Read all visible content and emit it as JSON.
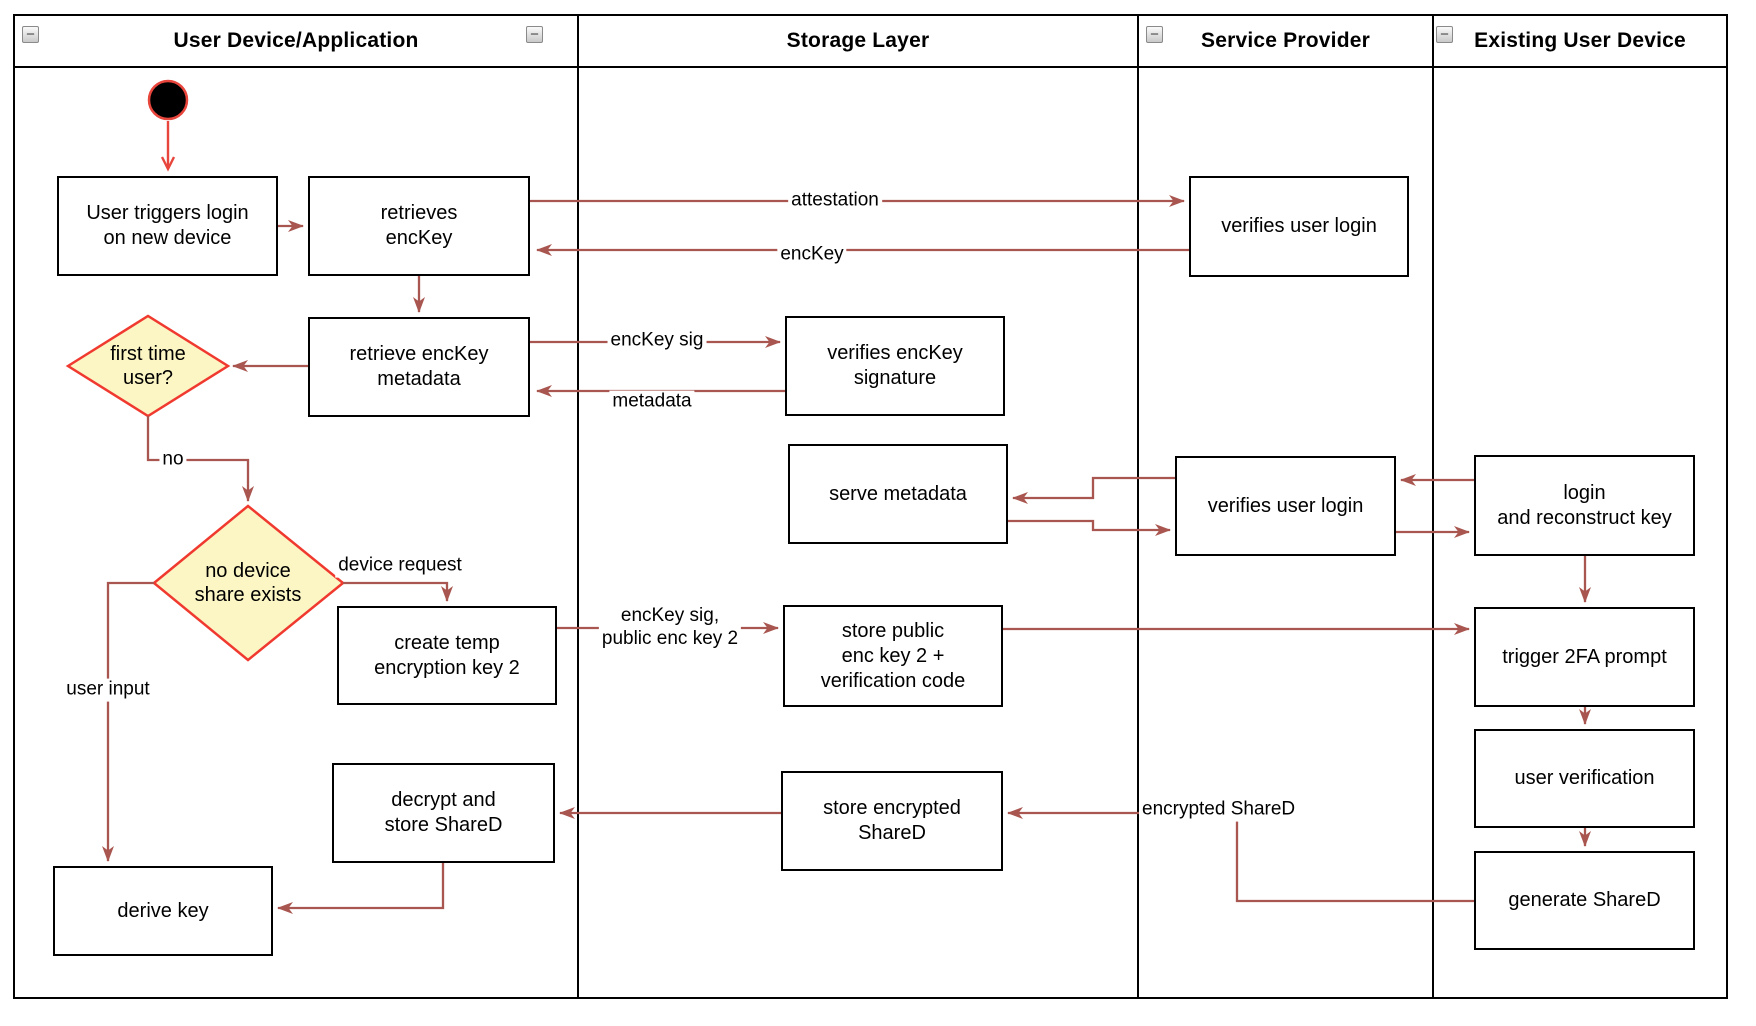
{
  "lanes": [
    {
      "title": "User Device/Application"
    },
    {
      "title": "Storage Layer"
    },
    {
      "title": "Service Provider"
    },
    {
      "title": "Existing User Device"
    }
  ],
  "icons": {
    "collapse": "−"
  },
  "nodes": {
    "user_triggers": {
      "label": "User triggers login\non new device"
    },
    "retrieves_enckey": {
      "label": "retrieves\nencKey"
    },
    "verifies_login_top": {
      "label": "verifies user login"
    },
    "retrieve_metadata": {
      "label": "retrieve encKey\nmetadata"
    },
    "verifies_signature": {
      "label": "verifies encKey\nsignature"
    },
    "first_time": {
      "label": "first time\nuser?"
    },
    "serve_metadata": {
      "label": "serve metadata"
    },
    "verifies_login_mid": {
      "label": "verifies user login"
    },
    "login_reconstruct": {
      "label": "login\nand reconstruct key"
    },
    "no_device": {
      "label": "no device\nshare exists"
    },
    "create_temp": {
      "label": "create temp\nencryption key 2"
    },
    "store_public": {
      "label": "store public\nenc key 2 +\nverification code"
    },
    "trigger_2fa": {
      "label": "trigger 2FA prompt"
    },
    "user_verification": {
      "label": "user verification"
    },
    "decrypt_store": {
      "label": "decrypt and\nstore ShareD"
    },
    "store_encrypted": {
      "label": "store encrypted\nShareD"
    },
    "generate_shared": {
      "label": "generate ShareD"
    },
    "derive_key": {
      "label": "derive key"
    }
  },
  "edge_labels": {
    "attestation": "attestation",
    "enckey": "encKey",
    "enckey_sig": "encKey sig",
    "metadata": "metadata",
    "no": "no",
    "device_request": "device request",
    "user_input": "user input",
    "enckey_sig_public": "encKey sig,\npublic enc key 2",
    "encrypted_shared": "encrypted ShareD"
  },
  "colors": {
    "arrow": "#A8564F",
    "start_node_stroke": "#E8463C",
    "start_node_fill": "#000000",
    "decision_fill": "#FCF6C5",
    "decision_stroke": "#F0392F",
    "shape_stroke": "#000000",
    "background": "#FFFFFF"
  }
}
